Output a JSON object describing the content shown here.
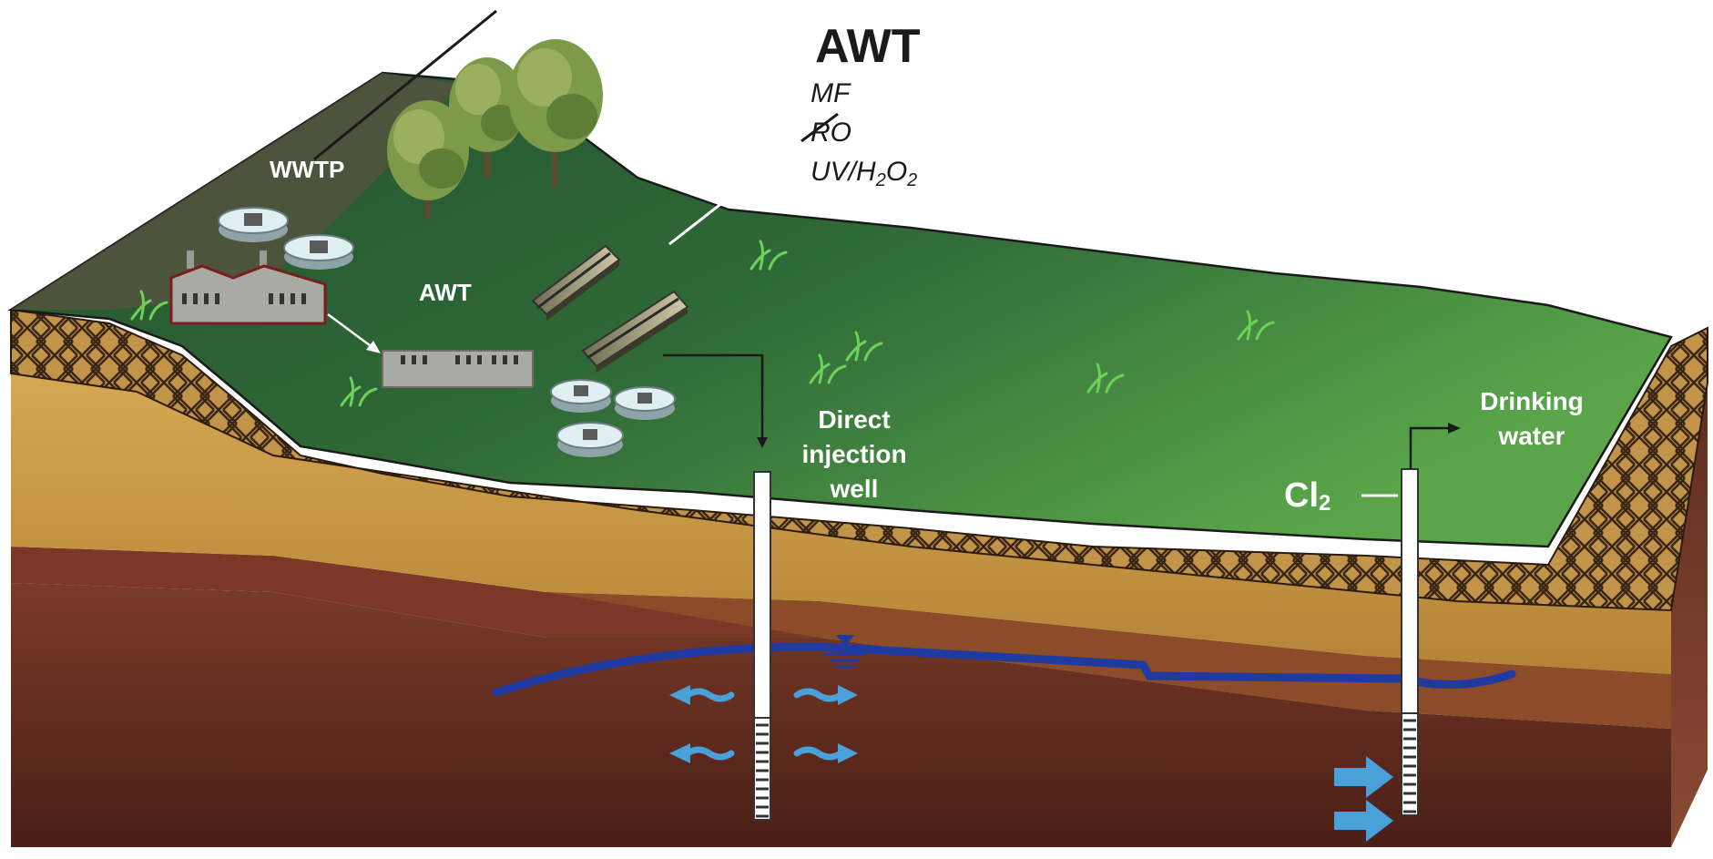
{
  "labels": {
    "wwtp": "WWTP",
    "awt_small": "AWT",
    "awt_title": "AWT",
    "mf": "MF",
    "ro": "RO",
    "uv_main": "UV/H",
    "uv_sub1": "2",
    "uv_mid": "O",
    "uv_sub2": "2",
    "injection_line1": "Direct",
    "injection_line2": "injection",
    "injection_line3": "well",
    "drinking_line1": "Drinking",
    "drinking_line2": "water",
    "cl_main": "Cl",
    "cl_sub": "2"
  },
  "colors": {
    "grass_dark": "#2b5e35",
    "grass_light": "#4f9a45",
    "hatch_band": "#b7883f",
    "sand": "#c99a45",
    "bedrock": "#6b2e22",
    "water_table": "#1f3aa0",
    "flow_arrow": "#4aa0d8",
    "well_casing": "#ffffff"
  },
  "icons": [
    "tree-icon",
    "clarifier-tank-icon",
    "building-icon",
    "filter-module-icon",
    "grass-tuft-icon",
    "water-table-symbol"
  ]
}
